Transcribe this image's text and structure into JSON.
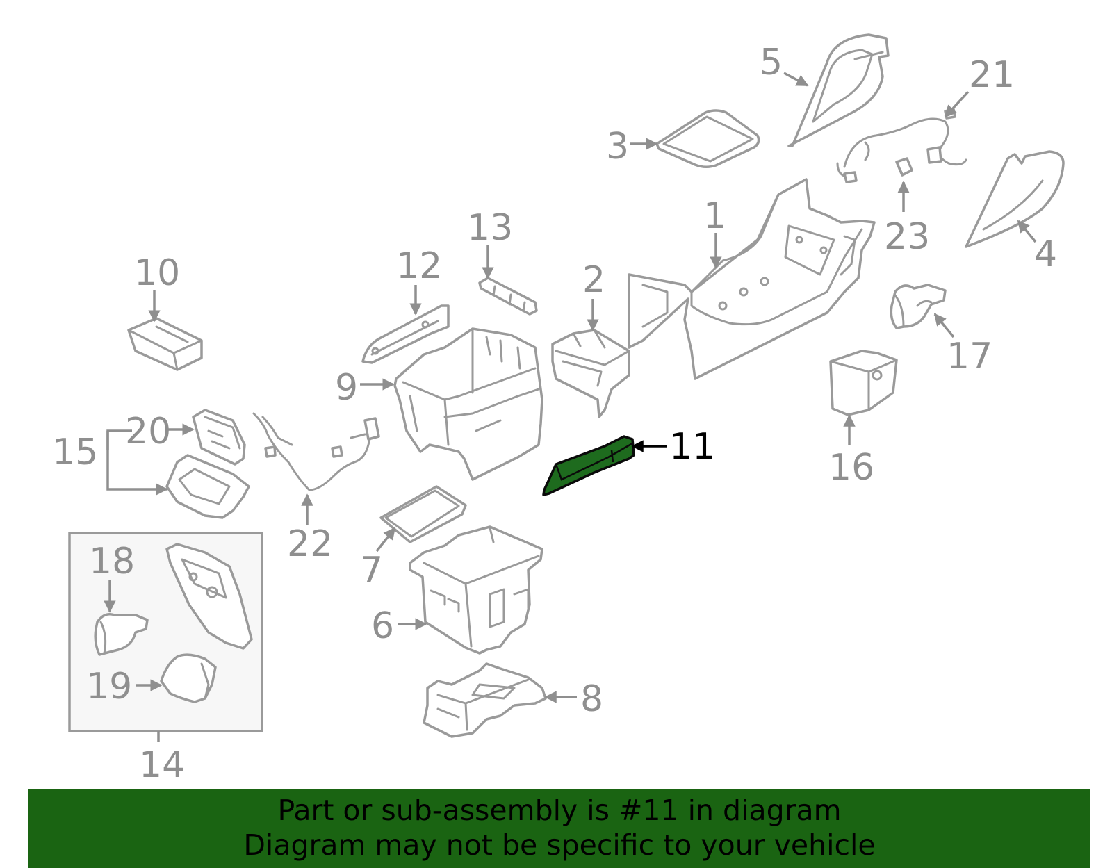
{
  "diagram": {
    "highlight_color": "#1e6b1e",
    "line_color": "#9a9a9a",
    "callouts": {
      "c1": "1",
      "c2": "2",
      "c3": "3",
      "c4": "4",
      "c5": "5",
      "c6": "6",
      "c7": "7",
      "c8": "8",
      "c9": "9",
      "c10": "10",
      "c11": "11",
      "c12": "12",
      "c13": "13",
      "c14": "14",
      "c15": "15",
      "c16": "16",
      "c17": "17",
      "c18": "18",
      "c19": "19",
      "c20": "20",
      "c21": "21",
      "c22": "22",
      "c23": "23"
    },
    "highlighted_part": "11"
  },
  "banner": {
    "color": "#1a6412",
    "line1": "Part or sub-assembly is #11 in diagram",
    "line2": "Diagram may not be specific to your vehicle"
  }
}
